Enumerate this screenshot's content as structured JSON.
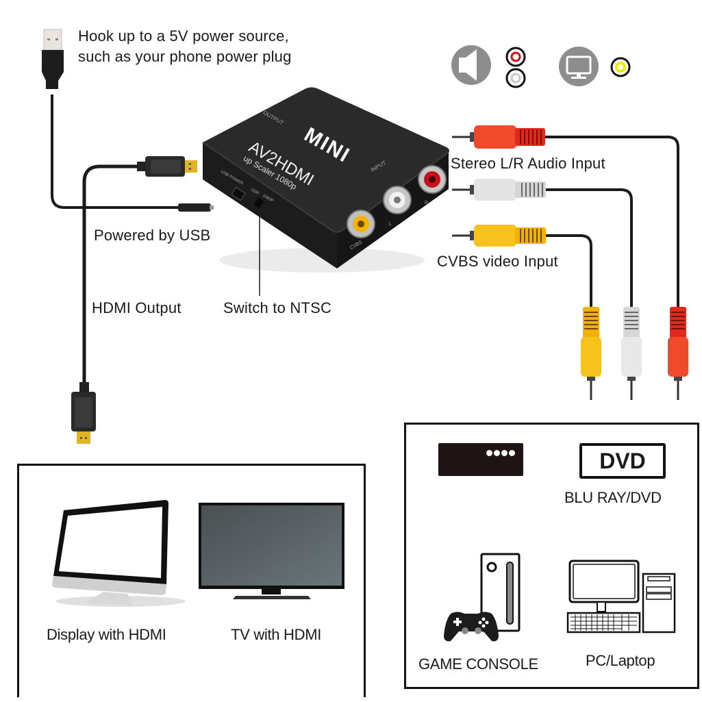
{
  "product": {
    "brand_label": "MINI",
    "model_label": "AV2HDMI",
    "subtitle_label": "up Scaler 1080p",
    "port_output_label": "OUTPUT",
    "port_input_label": "INPUT",
    "port_usb_label": "USB POWER",
    "switch_label_720": "720P",
    "switch_label_1080": "1080P",
    "jack_cvbs_label": "CVBS",
    "jack_l_label": "L",
    "jack_r_label": "R"
  },
  "callouts": {
    "power_source_line1": "Hook up to a 5V power source,",
    "power_source_line2": "such as your phone power plug",
    "powered_by_usb": "Powered by USB",
    "hdmi_output": "HDMI Output",
    "switch_ntsc": "Switch to NTSC",
    "stereo_audio": "Stereo L/R Audio Input",
    "cvbs_video": "CVBS video Input"
  },
  "legend_icons": [
    {
      "name": "speaker",
      "meaning": "audio"
    },
    {
      "name": "rca-red",
      "color": "#c4161c"
    },
    {
      "name": "rca-white",
      "color": "#cccccc"
    },
    {
      "name": "monitor",
      "meaning": "video"
    },
    {
      "name": "rca-yellow",
      "color": "#f2e600"
    }
  ],
  "cables": {
    "red": "#e8321e",
    "white": "#dcdcdc",
    "yellow": "#f5b800",
    "wire": "#1a1a1a",
    "gold": "#e0b422"
  },
  "output_panel": {
    "items": [
      {
        "label": "Display with HDMI"
      },
      {
        "label": "TV with HDMI"
      }
    ]
  },
  "input_panel": {
    "dvd_logo": "DVD",
    "items": [
      {
        "label": "BLU RAY/DVD"
      },
      {
        "label": "GAME CONSOLE"
      },
      {
        "label": "PC/Laptop"
      }
    ]
  }
}
